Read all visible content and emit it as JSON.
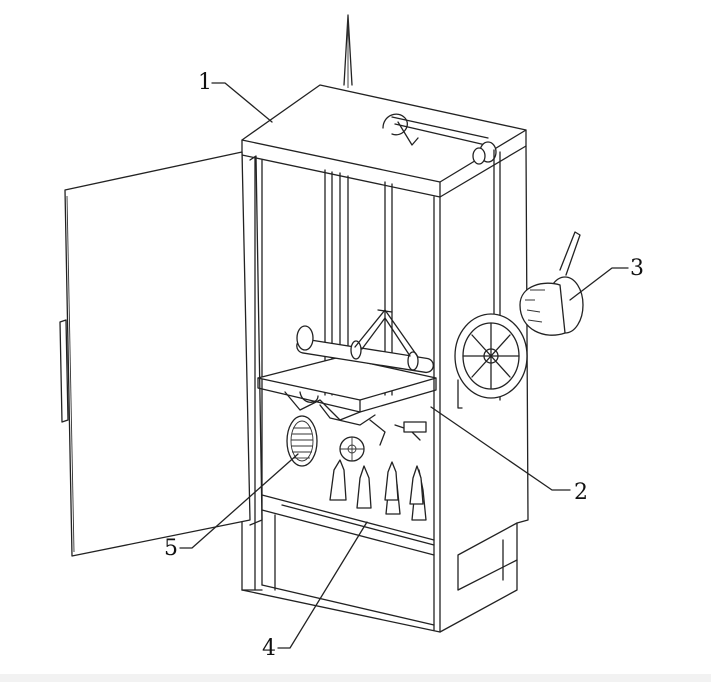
{
  "labels": [
    {
      "id": "label-1",
      "text": "1"
    },
    {
      "id": "label-2",
      "text": "2"
    },
    {
      "id": "label-3",
      "text": "3"
    },
    {
      "id": "label-4",
      "text": "4"
    },
    {
      "id": "label-5",
      "text": "5"
    }
  ]
}
